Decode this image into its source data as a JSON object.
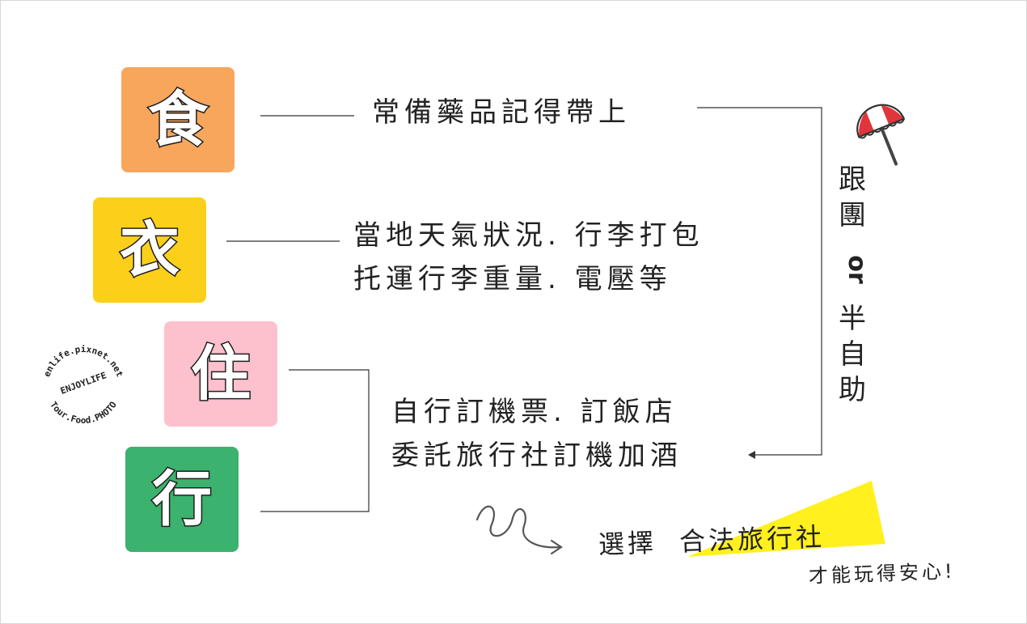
{
  "categories": [
    {
      "char": "食",
      "color": "#f8a65c"
    },
    {
      "char": "衣",
      "color": "#fcd01a"
    },
    {
      "char": "住",
      "color": "#fdc0cd"
    },
    {
      "char": "行",
      "color": "#3bb26d"
    }
  ],
  "notes": {
    "medicine": "常備藥品記得帶上",
    "weather_line1": "當地天氣狀況. 行李打包",
    "weather_line2": "托運行李重量. 電壓等",
    "booking_line1": "自行訂機票. 訂飯店",
    "booking_line2": "委託旅行社訂機加酒"
  },
  "side_label": {
    "char1": "跟",
    "char2": "團",
    "or": "or",
    "char3": "半",
    "char4": "自",
    "char5": "助"
  },
  "stamp": {
    "top_arc": "enlife.pixnet.net",
    "middle": "ENJOYLIFE",
    "bottom_arc": "Tour.Food.PHOTO"
  },
  "footer": {
    "choose_prefix": "選擇",
    "choose_highlight": "合法旅行社",
    "tagline": "才能玩得安心!"
  },
  "colors": {
    "highlight_yellow": "#fff01e",
    "umbrella_red": "#e0353a",
    "line_color": "#333333"
  },
  "icons": {
    "umbrella": "beach-umbrella-icon",
    "arrow": "squiggle-arrow-icon"
  }
}
